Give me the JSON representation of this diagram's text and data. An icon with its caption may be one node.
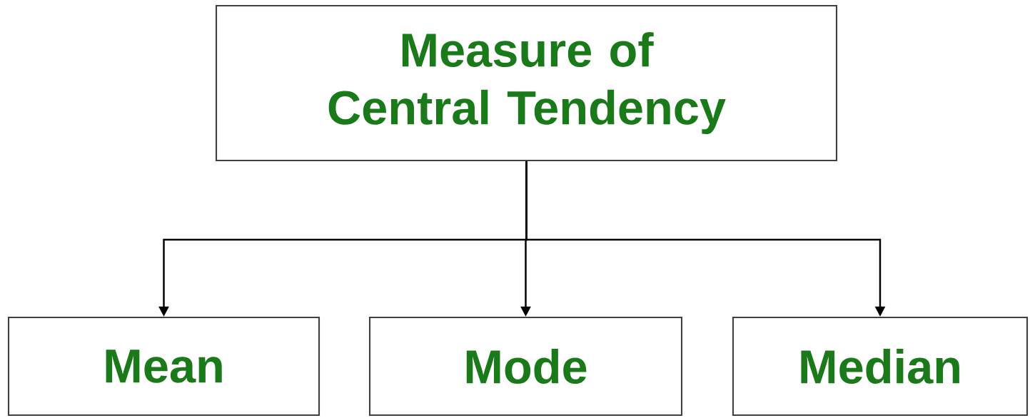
{
  "diagram": {
    "nodes": [
      {
        "text": [
          "Measure of Central Tendency"
        ]
      },
      {
        "text": [
          "Mean"
        ]
      },
      {
        "text": [
          "Mode"
        ]
      },
      {
        "text": [
          "Median"
        ]
      }
    ],
    "edges": [
      {
        "from": 0,
        "to": 1,
        "arrow": "to"
      },
      {
        "from": 0,
        "to": 2,
        "arrow": "to"
      },
      {
        "from": 0,
        "to": 3,
        "arrow": "to"
      }
    ]
  }
}
